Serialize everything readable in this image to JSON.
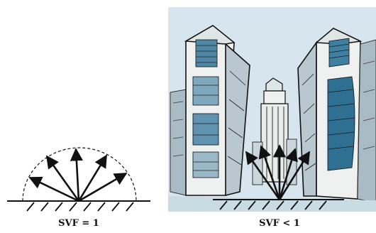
{
  "panels": [
    {
      "id": "open-sky",
      "caption": "SVF = 1"
    },
    {
      "id": "street-canyon",
      "caption": "SVF < 1"
    }
  ],
  "colors": {
    "ink": "#111111",
    "sky": "#d7e6ee",
    "building_light": "#eef1ef",
    "building_shade": "#b9c8cf",
    "window_blue": "#3f7fa1",
    "ground_blue": "#c9dbe3"
  }
}
